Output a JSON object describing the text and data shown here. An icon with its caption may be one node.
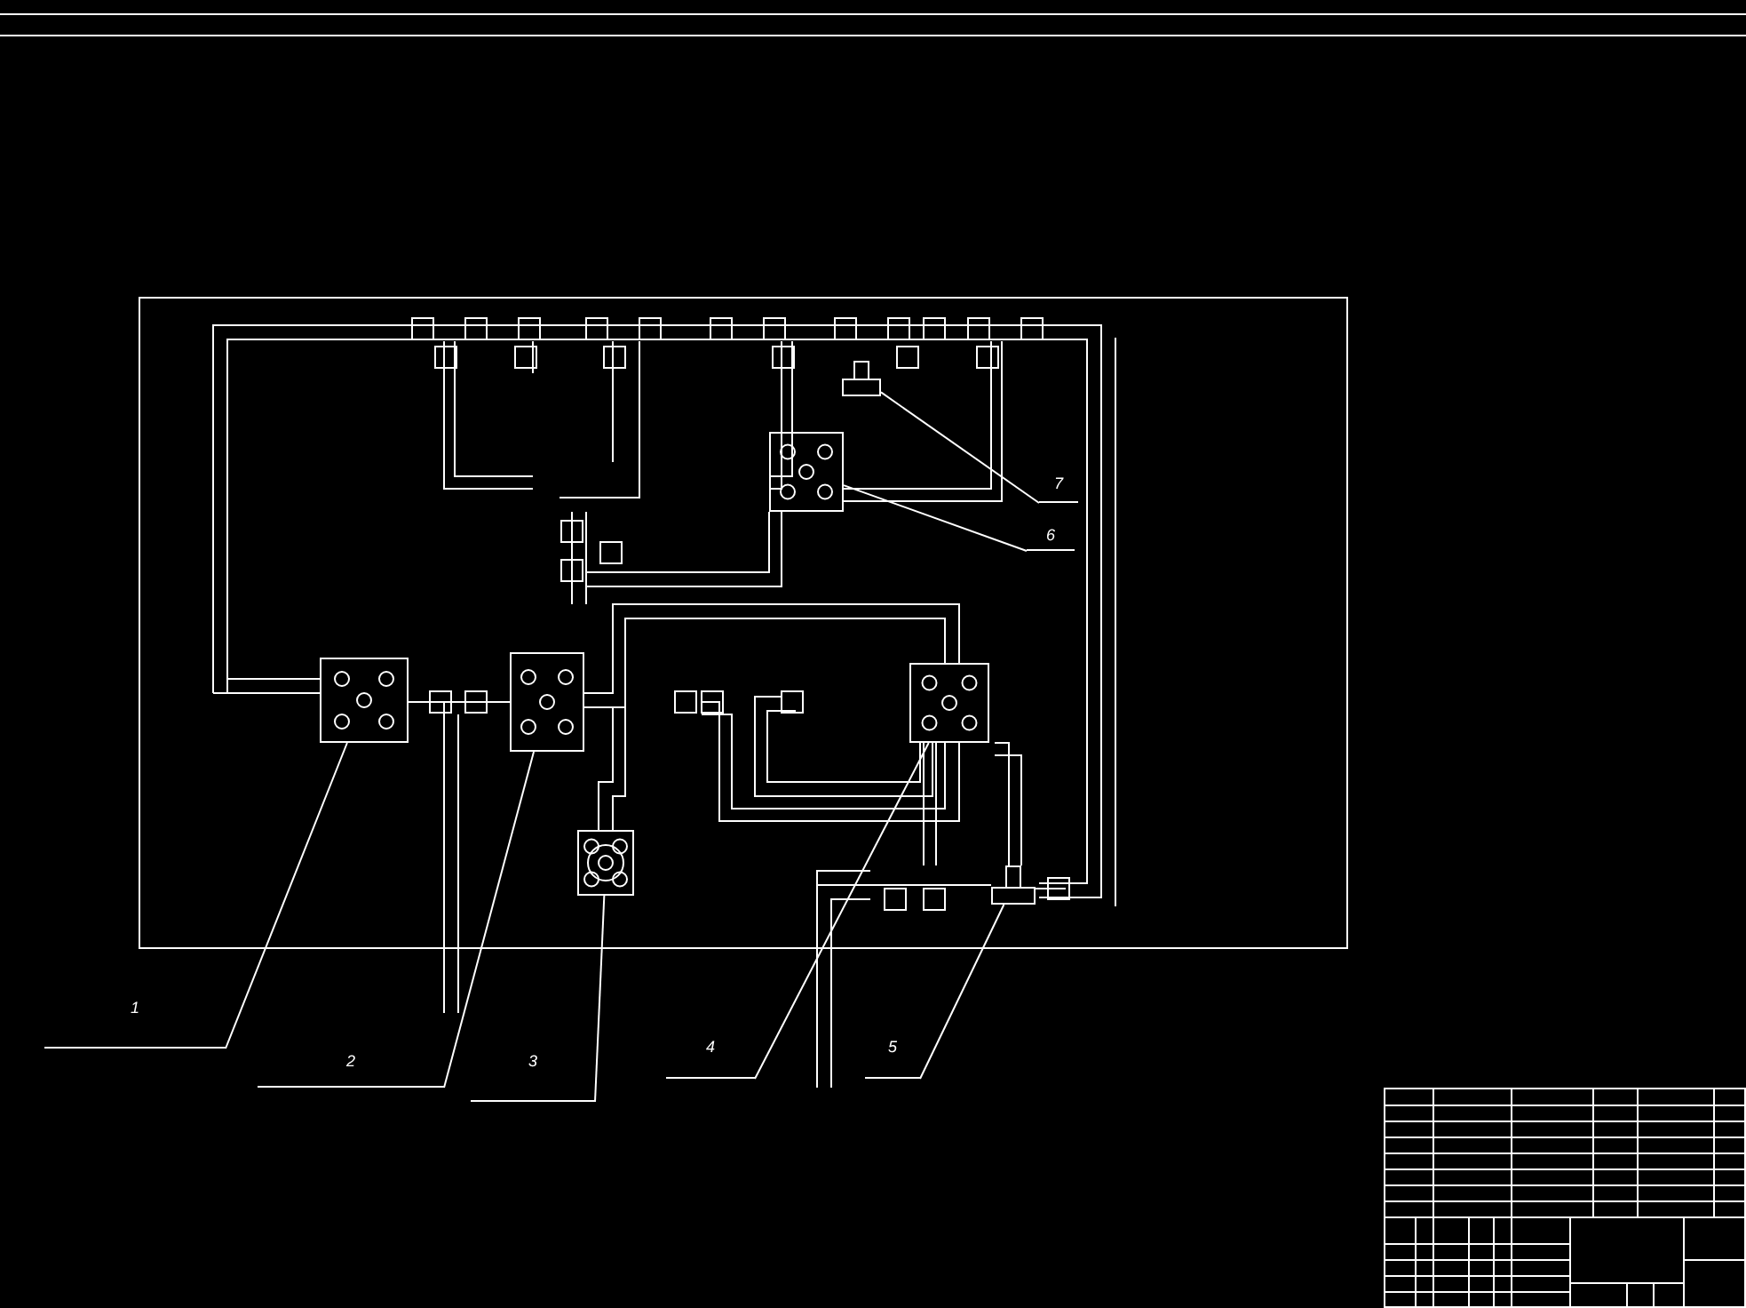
{
  "diagram": {
    "nodes": [
      {
        "text": [
          "1"
        ]
      },
      {
        "text": [
          "2"
        ]
      },
      {
        "text": [
          "3"
        ]
      },
      {
        "text": [
          "4"
        ]
      },
      {
        "text": [
          "5"
        ]
      },
      {
        "text": [
          "6"
        ]
      },
      {
        "text": [
          "7"
        ]
      },
      {
        "text": [],
        "shape": "box"
      },
      {
        "text": [],
        "shape": "box"
      },
      {
        "text": [],
        "shape": "box"
      },
      {
        "text": [],
        "shape": "box"
      },
      {
        "text": [],
        "shape": "picture"
      },
      {
        "text": [],
        "shape": "box"
      },
      {
        "text": [],
        "shape": "picture"
      }
    ],
    "edges": [
      {
        "from": 0,
        "to": 7,
        "arrow": "none"
      },
      {
        "from": 1,
        "to": 8,
        "arrow": "none"
      },
      {
        "from": 2,
        "to": 9,
        "arrow": "none"
      },
      {
        "from": 3,
        "to": 10,
        "arrow": "none"
      },
      {
        "from": 4,
        "to": 11,
        "arrow": "none"
      },
      {
        "from": 5,
        "to": 12,
        "arrow": "none"
      },
      {
        "from": 6,
        "to": 13,
        "arrow": "none"
      }
    ]
  }
}
